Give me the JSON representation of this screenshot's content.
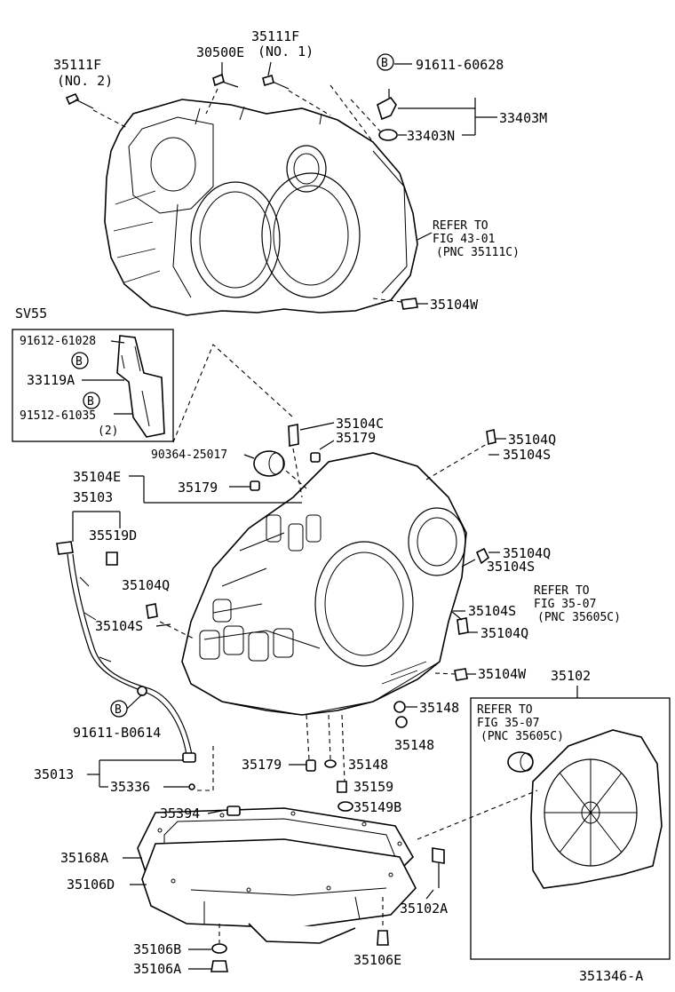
{
  "parts": {
    "p35111f_no2": "35111F",
    "p35111f_no2_note": "(NO. 2)",
    "p30500e": "30500E",
    "p35111f_no1": "35111F",
    "p35111f_no1_note": "(NO. 1)",
    "p91611_60628": "91611-60628",
    "p33403m": "33403M",
    "p33403n": "33403N",
    "refer_1_a": "REFER TO",
    "refer_1_b": "FIG 43-01",
    "refer_1_c": "(PNC 35111C)",
    "p35104w_top": "35104W",
    "sv55": "SV55",
    "p91612_61028": "91612-61028",
    "p33119a": "33119A",
    "p91512_61035": "91512-61035",
    "p91512_qty": "(2)",
    "p35104c": "35104C",
    "p35179_a": "35179",
    "p35104q_a": "35104Q",
    "p35104s_a": "35104S",
    "p90364": "90364-25017",
    "p35104e": "35104E",
    "p35179_b": "35179",
    "p35103": "35103",
    "p35519d": "35519D",
    "p35104q_b": "35104Q",
    "p35104s_b": "35104S",
    "refer_2_a": "REFER TO",
    "refer_2_b": "FIG 35-07",
    "refer_2_c": "(PNC 35605C)",
    "p35104q_c": "35104Q",
    "p35104s_c": "35104S",
    "p35104q_d": "35104Q",
    "p35104s_d": "35104S",
    "p35104w_mid": "35104W",
    "p35102": "35102",
    "refer_3_a": "REFER TO",
    "refer_3_b": "FIG 35-07",
    "refer_3_c": "(PNC 35605C)",
    "p91611_b0614": "91611-B0614",
    "p35148_a": "35148",
    "p35148_b": "35148",
    "p35013": "35013",
    "p35179_c": "35179",
    "p35148_c": "35148",
    "p35336": "35336",
    "p35159": "35159",
    "p35149b": "35149B",
    "p35394": "35394",
    "p35168a": "35168A",
    "p35106d": "35106D",
    "p35102a": "35102A",
    "p35106b": "35106B",
    "p35106a": "35106A",
    "p35106e": "35106E",
    "bolt_marker": "B",
    "diagram_id": "351346-A"
  }
}
